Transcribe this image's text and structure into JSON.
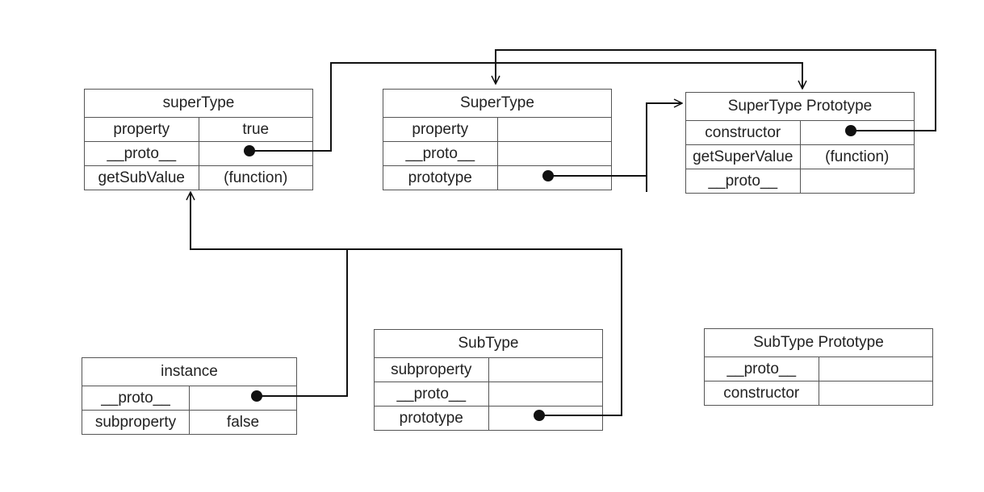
{
  "boxes": {
    "supertype_instance": {
      "title": "superType",
      "rows": [
        {
          "k": "property",
          "v": "true"
        },
        {
          "k": "__proto__",
          "v": ""
        },
        {
          "k": "getSubValue",
          "v": "(function)"
        }
      ]
    },
    "supertype_ctor": {
      "title": "SuperType",
      "rows": [
        {
          "k": "property",
          "v": ""
        },
        {
          "k": "__proto__",
          "v": ""
        },
        {
          "k": "prototype",
          "v": ""
        }
      ]
    },
    "supertype_proto": {
      "title": "SuperType Prototype",
      "rows": [
        {
          "k": "constructor",
          "v": ""
        },
        {
          "k": "getSuperValue",
          "v": "(function)"
        },
        {
          "k": "__proto__",
          "v": ""
        }
      ]
    },
    "instance": {
      "title": "instance",
      "rows": [
        {
          "k": "__proto__",
          "v": ""
        },
        {
          "k": "subproperty",
          "v": "false"
        }
      ]
    },
    "subtype_ctor": {
      "title": "SubType",
      "rows": [
        {
          "k": "subproperty",
          "v": ""
        },
        {
          "k": "__proto__",
          "v": ""
        },
        {
          "k": "prototype",
          "v": ""
        }
      ]
    },
    "subtype_proto": {
      "title": "SubType Prototype",
      "rows": [
        {
          "k": "__proto__",
          "v": ""
        },
        {
          "k": "constructor",
          "v": ""
        }
      ]
    }
  },
  "colors": {
    "line": "#111111",
    "border": "#555555"
  }
}
